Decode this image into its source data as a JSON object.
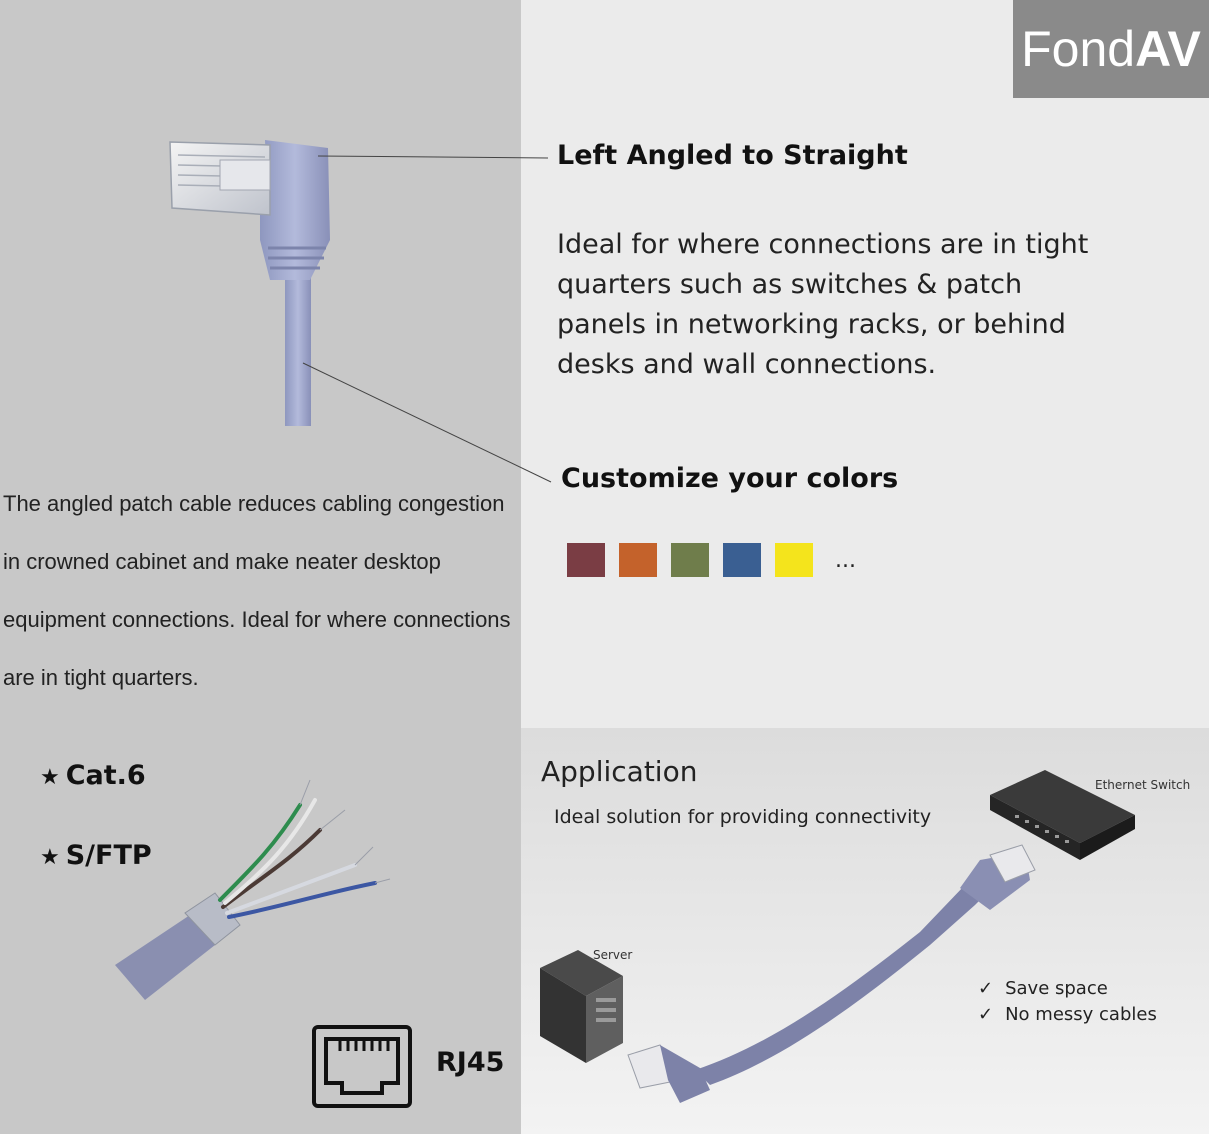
{
  "logo": {
    "text_regular": "Fond",
    "text_bold": "AV"
  },
  "product": {
    "title": "Left Angled to Straight",
    "description": " Ideal for where connections are in tight quarters such as switches & patch panels in networking racks, or behind desks and wall connections."
  },
  "left_description": " The angled patch cable reduces cabling congestion in crowned cabinet and make neater desktop equipment connections. Ideal for where connections are in tight quarters.",
  "colors": {
    "title": "Customize your colors",
    "swatches": [
      "#7a3d44",
      "#c4622b",
      "#6f7d4b",
      "#3a5f92",
      "#f4e41c"
    ],
    "more": "..."
  },
  "specs": [
    {
      "star": "★",
      "label": "Cat.6"
    },
    {
      "star": "★",
      "label": "S/FTP"
    }
  ],
  "connector": {
    "label": "RJ45"
  },
  "application": {
    "title": "Application",
    "subtitle": "Ideal solution for providing connectivity",
    "switch_label": "Ethernet Switch",
    "server_label": "Server",
    "benefits": [
      {
        "check": "✓",
        "text": "Save space"
      },
      {
        "check": "✓",
        "text": "No messy cables"
      }
    ]
  }
}
